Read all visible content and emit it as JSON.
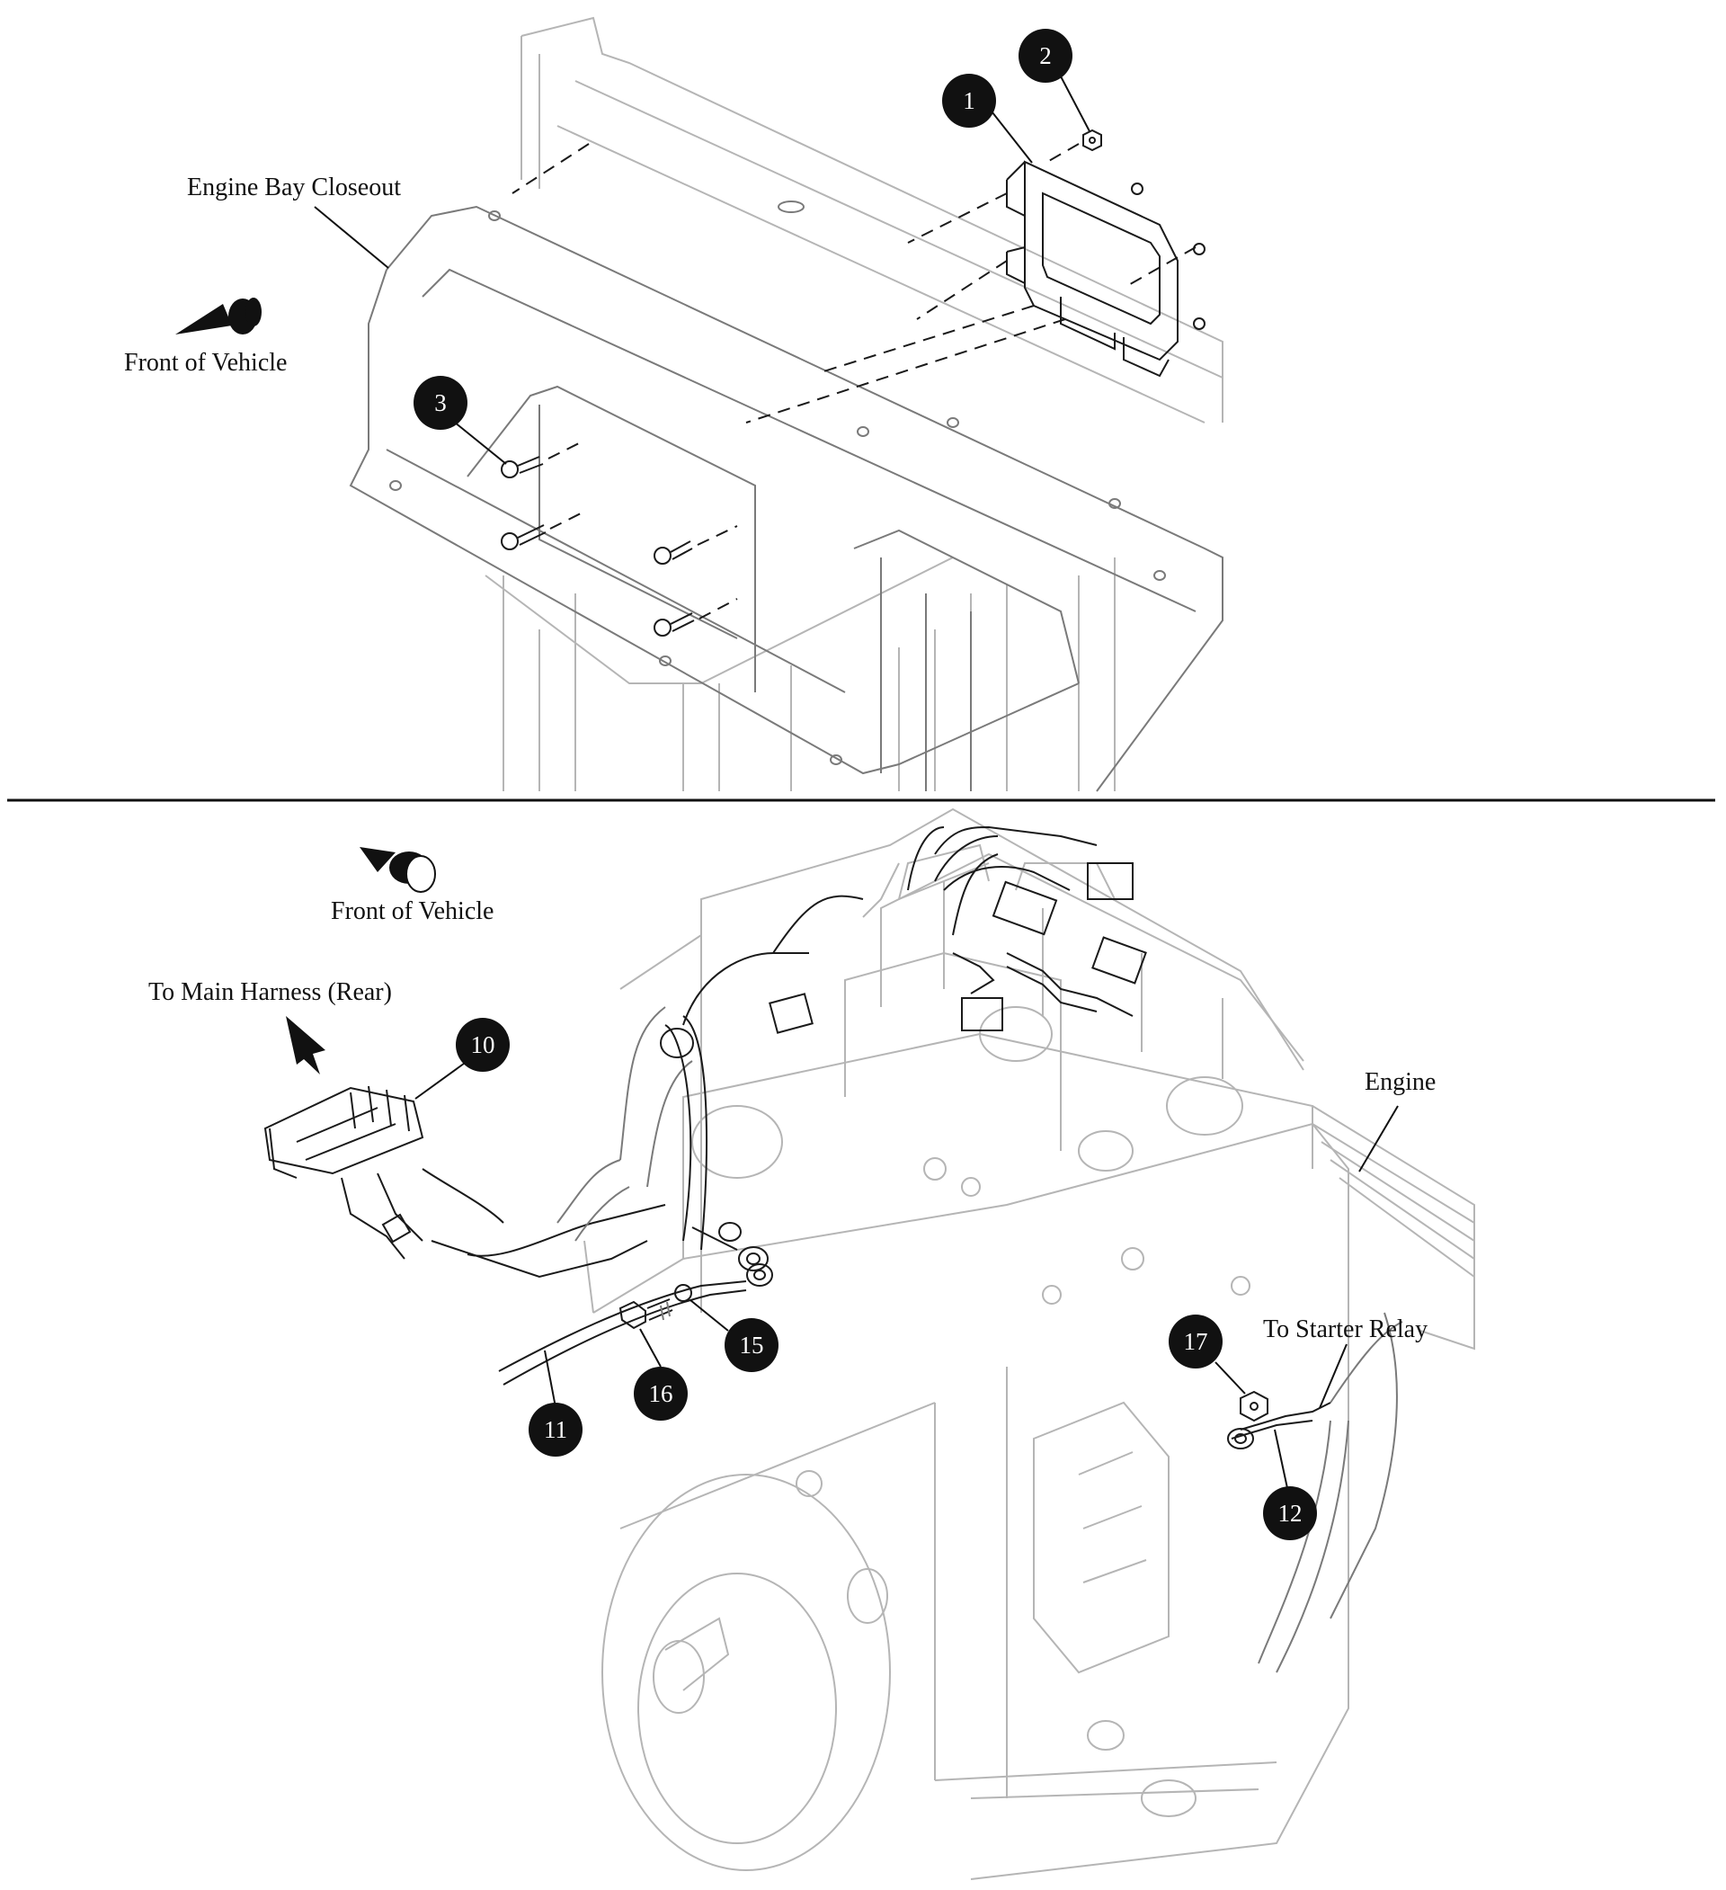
{
  "top_view": {
    "labels": {
      "engine_bay_closeout": "Engine Bay Closeout",
      "front_of_vehicle": "Front of Vehicle"
    },
    "callouts": [
      "1",
      "2",
      "3"
    ]
  },
  "bottom_view": {
    "labels": {
      "front_of_vehicle": "Front of Vehicle",
      "to_main_harness": "To Main Harness (Rear)",
      "engine": "Engine",
      "to_starter_relay": "To Starter Relay"
    },
    "callouts": [
      "10",
      "11",
      "12",
      "15",
      "16",
      "17"
    ]
  },
  "colors": {
    "callout_fill": "#111111",
    "callout_text": "#ffffff",
    "line_art": "#1a1a1a",
    "faint_line_art": "#b5b5b5"
  }
}
